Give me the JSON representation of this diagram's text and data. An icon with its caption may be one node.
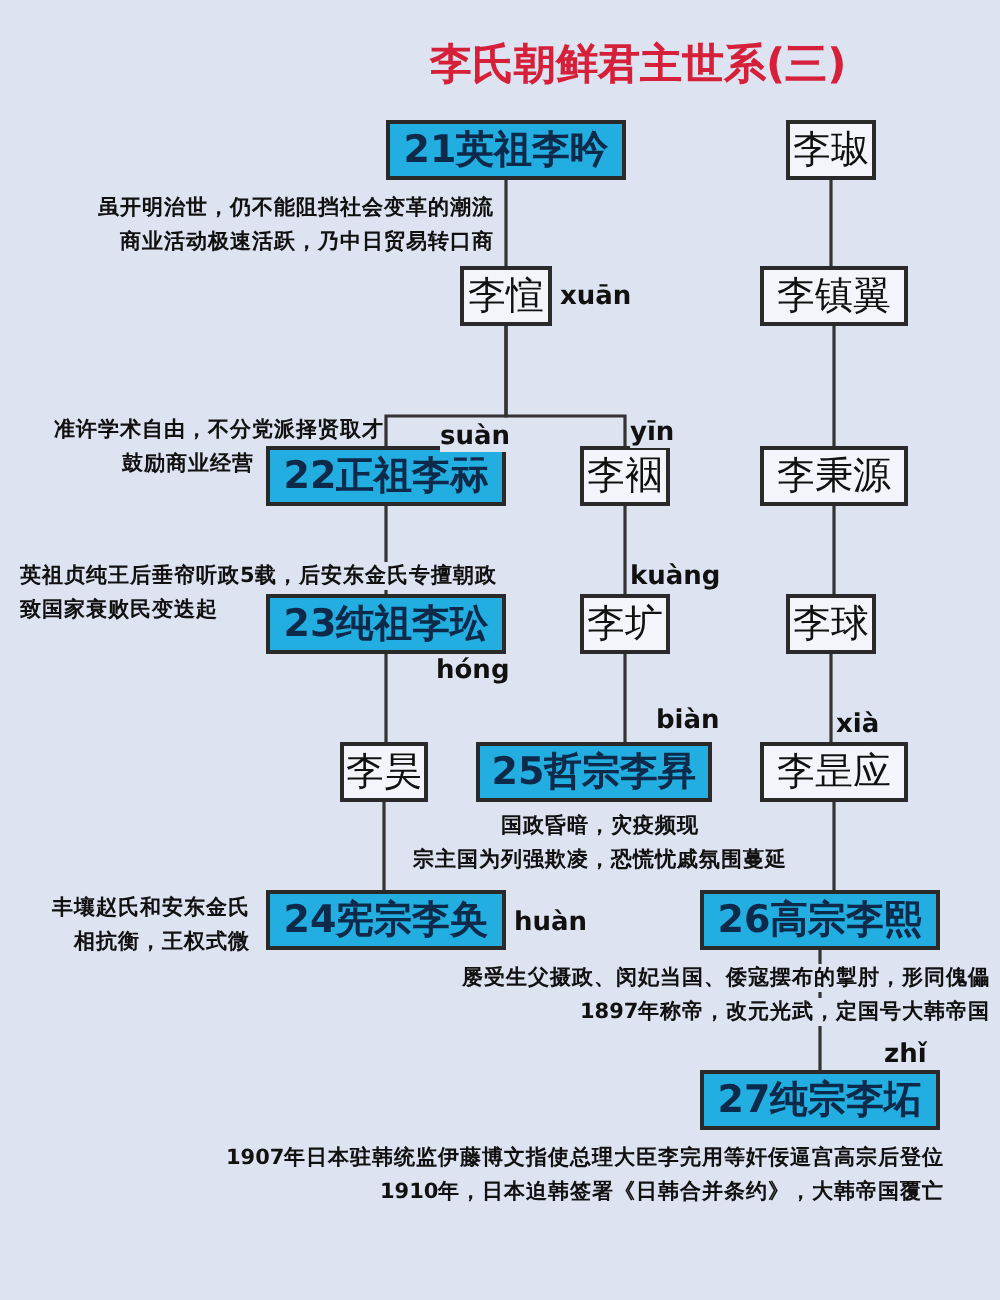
{
  "diagram": {
    "title": "李氏朝鲜君主世系(三)",
    "nodes": [
      {
        "text": [
          "21英祖李昑"
        ],
        "beside": [
          "虽开明治世，仍不能阻挡社会变革的潮流",
          "商业活动极速活跃，乃中日贸易转口商"
        ]
      },
      {
        "text": [
          "李琡"
        ]
      },
      {
        "text": [
          "李愃"
        ],
        "beside": [
          "xuān"
        ]
      },
      {
        "text": [
          "李镇翼"
        ]
      },
      {
        "text": [
          "22正祖李祘"
        ],
        "beside": [
          "准许学术自由，不分党派择贤取才",
          "鼓励商业经营",
          "suàn"
        ]
      },
      {
        "text": [
          "李裀"
        ],
        "beside": [
          "yīn"
        ]
      },
      {
        "text": [
          "李秉源"
        ]
      },
      {
        "text": [
          "23纯祖李玜"
        ],
        "beside": [
          "英祖贞纯王后垂帘听政5载，后安东金氏专擅朝政",
          "致国家衰败民变迭起",
          "hóng"
        ]
      },
      {
        "text": [
          "李圹"
        ],
        "beside": [
          "kuàng"
        ]
      },
      {
        "text": [
          "李球"
        ]
      },
      {
        "text": [
          "李昊"
        ]
      },
      {
        "text": [
          "25哲宗李昪"
        ],
        "beside": [
          "biàn",
          "国政昏暗，灾疫频现",
          "宗主国为列强欺凌，恐慌忧戚氛围蔓延"
        ]
      },
      {
        "text": [
          "李昰应"
        ],
        "beside": [
          "xià"
        ]
      },
      {
        "text": [
          "24宪宗李奂"
        ],
        "beside": [
          "丰壤赵氏和安东金氏",
          "相抗衡，王权式微",
          "huàn"
        ]
      },
      {
        "text": [
          "26高宗李熙"
        ],
        "beside": [
          "屡受生父摄政、闵妃当国、倭寇摆布的掣肘，形同傀儡",
          "1897年称帝，改元光武，定国号大韩帝国"
        ]
      },
      {
        "text": [
          "27纯宗李坧"
        ],
        "beside": [
          "zhǐ",
          "1907年日本驻韩统监伊藤博文指使总理大臣李完用等奸佞逼宫高宗后登位",
          "1910年，日本迫韩签署《日韩合并条约》，大韩帝国覆亡"
        ]
      }
    ],
    "edges": [
      {
        "from": 0,
        "to": 2,
        "arrow": "none"
      },
      {
        "from": 1,
        "to": 3,
        "arrow": "none"
      },
      {
        "from": 2,
        "to": 4,
        "arrow": "none"
      },
      {
        "from": 2,
        "to": 5,
        "arrow": "none"
      },
      {
        "from": 3,
        "to": 6,
        "arrow": "none"
      },
      {
        "from": 4,
        "to": 7,
        "arrow": "none"
      },
      {
        "from": 5,
        "to": 8,
        "arrow": "none"
      },
      {
        "from": 6,
        "to": 9,
        "arrow": "none"
      },
      {
        "from": 7,
        "to": 10,
        "arrow": "none"
      },
      {
        "from": 8,
        "to": 11,
        "arrow": "none"
      },
      {
        "from": 9,
        "to": 12,
        "arrow": "none"
      },
      {
        "from": 10,
        "to": 13,
        "arrow": "none"
      },
      {
        "from": 12,
        "to": 14,
        "arrow": "none"
      },
      {
        "from": 14,
        "to": 15,
        "arrow": "none"
      }
    ]
  }
}
